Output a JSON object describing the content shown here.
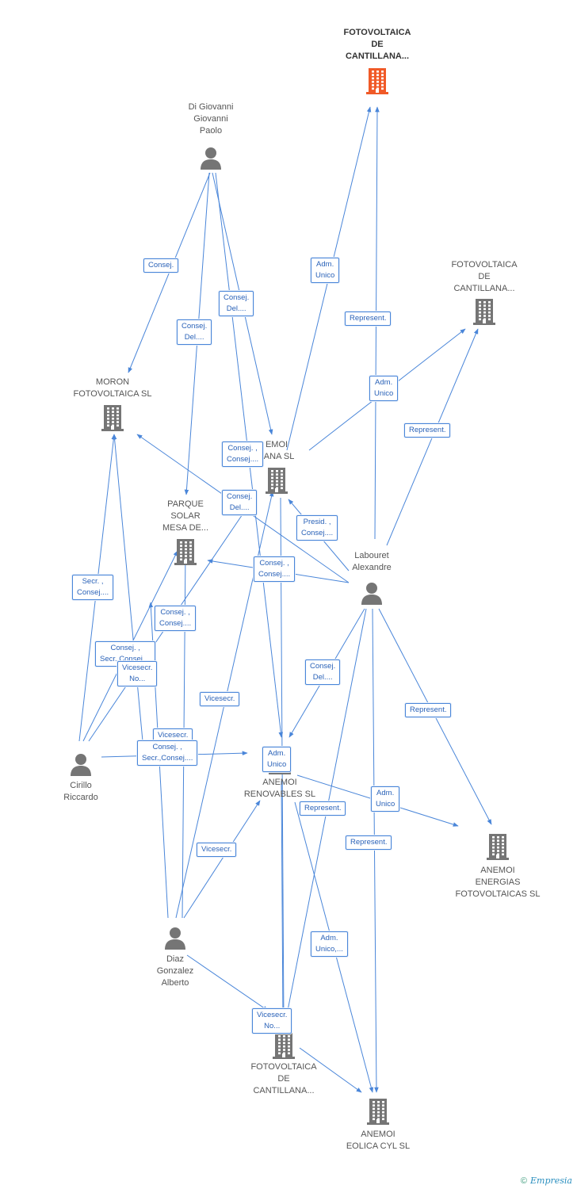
{
  "colors": {
    "edge": "#4a86d9",
    "building": "#757575",
    "building_highlight": "#f05a28",
    "person": "#757575"
  },
  "nodes": [
    {
      "id": "fv_top",
      "type": "company",
      "highlight": true,
      "label": "FOTOVOLTAICA\nDE\nCANTILLANA..."
    },
    {
      "id": "di_giovanni",
      "type": "person",
      "label": "Di Giovanni\nGiovanni\nPaolo"
    },
    {
      "id": "fv_right",
      "type": "company",
      "label": "FOTOVOLTAICA\nDE\nCANTILLANA..."
    },
    {
      "id": "moron",
      "type": "company",
      "label": "MORON\nFOTOVOLTAICA SL"
    },
    {
      "id": "anemoi_cantillana",
      "type": "company",
      "label": "EMOI\nLANA SL"
    },
    {
      "id": "parque_solar",
      "type": "company",
      "label": "PARQUE\nSOLAR\nMESA DE..."
    },
    {
      "id": "labouret",
      "type": "person",
      "label": "Labouret\nAlexandre"
    },
    {
      "id": "cirillo",
      "type": "person",
      "label": "Cirillo\nRiccardo"
    },
    {
      "id": "anemoi_renovables",
      "type": "company",
      "label": "ANEMOI\nRENOVABLES SL"
    },
    {
      "id": "anemoi_energias",
      "type": "company",
      "label": "ANEMOI\nENERGIAS\nFOTOVOLTAICAS SL"
    },
    {
      "id": "diaz",
      "type": "person",
      "label": "Diaz\nGonzalez\nAlberto"
    },
    {
      "id": "fv_bottom",
      "type": "company",
      "label": "FOTOVOLTAICA\nDE\nCANTILLANA..."
    },
    {
      "id": "anemoi_eolica",
      "type": "company",
      "label": "ANEMOI\nEOLICA CYL SL"
    }
  ],
  "edge_labels": [
    {
      "text": "Consej."
    },
    {
      "text": "Consej.\nDel...."
    },
    {
      "text": "Consej.\nDel...."
    },
    {
      "text": "Adm.\nUnico"
    },
    {
      "text": "Represent."
    },
    {
      "text": "Adm.\nUnico"
    },
    {
      "text": "Represent."
    },
    {
      "text": "Consej. ,\nConsej...."
    },
    {
      "text": "Consej.\nDel...."
    },
    {
      "text": "Presid. ,\nConsej...."
    },
    {
      "text": "Consej. ,\nConsej...."
    },
    {
      "text": "Secr. ,\nConsej...."
    },
    {
      "text": "Consej. ,\nConsej...."
    },
    {
      "text": "Vicesecr."
    },
    {
      "text": "Consej. ,\nSecr.,Consej...."
    },
    {
      "text": "Consej.\nDel...."
    },
    {
      "text": "Represent."
    },
    {
      "text": "Vicesecr."
    },
    {
      "text": "Vicesecr."
    },
    {
      "text": "Consej. ,\nSecr.,Consej...."
    },
    {
      "text": "Adm.\nUnico"
    },
    {
      "text": "Represent."
    },
    {
      "text": "Adm.\nUnico"
    },
    {
      "text": "Represent."
    },
    {
      "text": "Vicesecr.\nNo..."
    },
    {
      "text": "Adm.\nUnico,..."
    },
    {
      "text": "Vicesecr.\nNo..."
    }
  ],
  "footer": {
    "copyright": "©",
    "brand": "Empresia"
  }
}
